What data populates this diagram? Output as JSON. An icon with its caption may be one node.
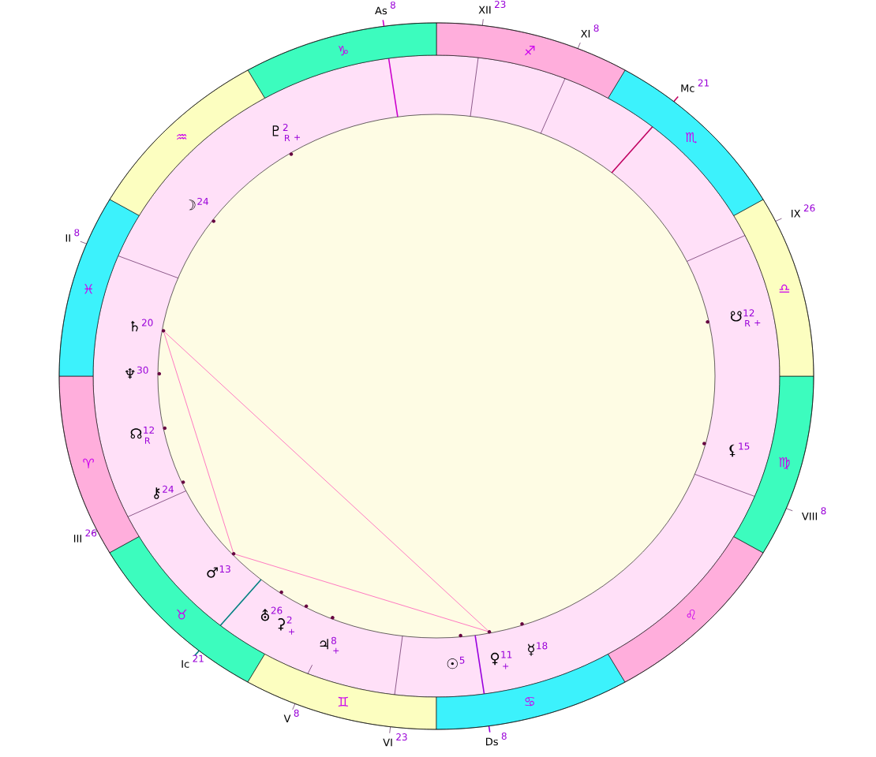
{
  "diagram": {
    "nodes": [
      {
        "text": [
          "♈"
        ]
      },
      {
        "text": [
          "♉"
        ]
      },
      {
        "text": [
          "♊"
        ]
      },
      {
        "text": [
          "♋"
        ]
      },
      {
        "text": [
          "♌"
        ]
      },
      {
        "text": [
          "♍"
        ]
      },
      {
        "text": [
          "♎"
        ]
      },
      {
        "text": [
          "♏"
        ]
      },
      {
        "text": [
          "♐"
        ]
      },
      {
        "text": [
          "♑"
        ]
      },
      {
        "text": [
          "♒"
        ]
      },
      {
        "text": [
          "♓"
        ]
      },
      {
        "text": [
          "♇",
          "2",
          "R",
          "+"
        ]
      },
      {
        "text": [
          "☽",
          "24"
        ]
      },
      {
        "text": [
          "♄",
          "20"
        ]
      },
      {
        "text": [
          "♆",
          "30"
        ]
      },
      {
        "text": [
          "☊",
          "12",
          "R"
        ]
      },
      {
        "text": [
          "⚷",
          "24"
        ]
      },
      {
        "text": [
          "♂",
          "13"
        ]
      },
      {
        "text": [
          "⛢",
          "26"
        ]
      },
      {
        "text": [
          "⚳",
          "2",
          "+"
        ]
      },
      {
        "text": [
          "♃",
          "8",
          "+"
        ]
      },
      {
        "text": [
          "☉",
          "5"
        ]
      },
      {
        "text": [
          "♀",
          "11",
          "+"
        ]
      },
      {
        "text": [
          "☿",
          "18"
        ]
      },
      {
        "text": [
          "⚸",
          "15"
        ]
      },
      {
        "text": [
          "☋",
          "12",
          "R",
          "+"
        ]
      }
    ],
    "edges": [
      {
        "from": 14,
        "to": 18,
        "arrow": "none"
      },
      {
        "from": 14,
        "to": 23,
        "arrow": "none"
      },
      {
        "from": 18,
        "to": 23,
        "arrow": "none"
      }
    ],
    "labels": [
      "As",
      "8",
      "XII",
      "23",
      "XI",
      "8",
      "Mc",
      "21",
      "II",
      "8",
      "IX",
      "26",
      "III",
      "26",
      "VIII",
      "8",
      "Ic",
      "21",
      "V",
      "8",
      "VI",
      "23",
      "Ds",
      "8"
    ]
  }
}
